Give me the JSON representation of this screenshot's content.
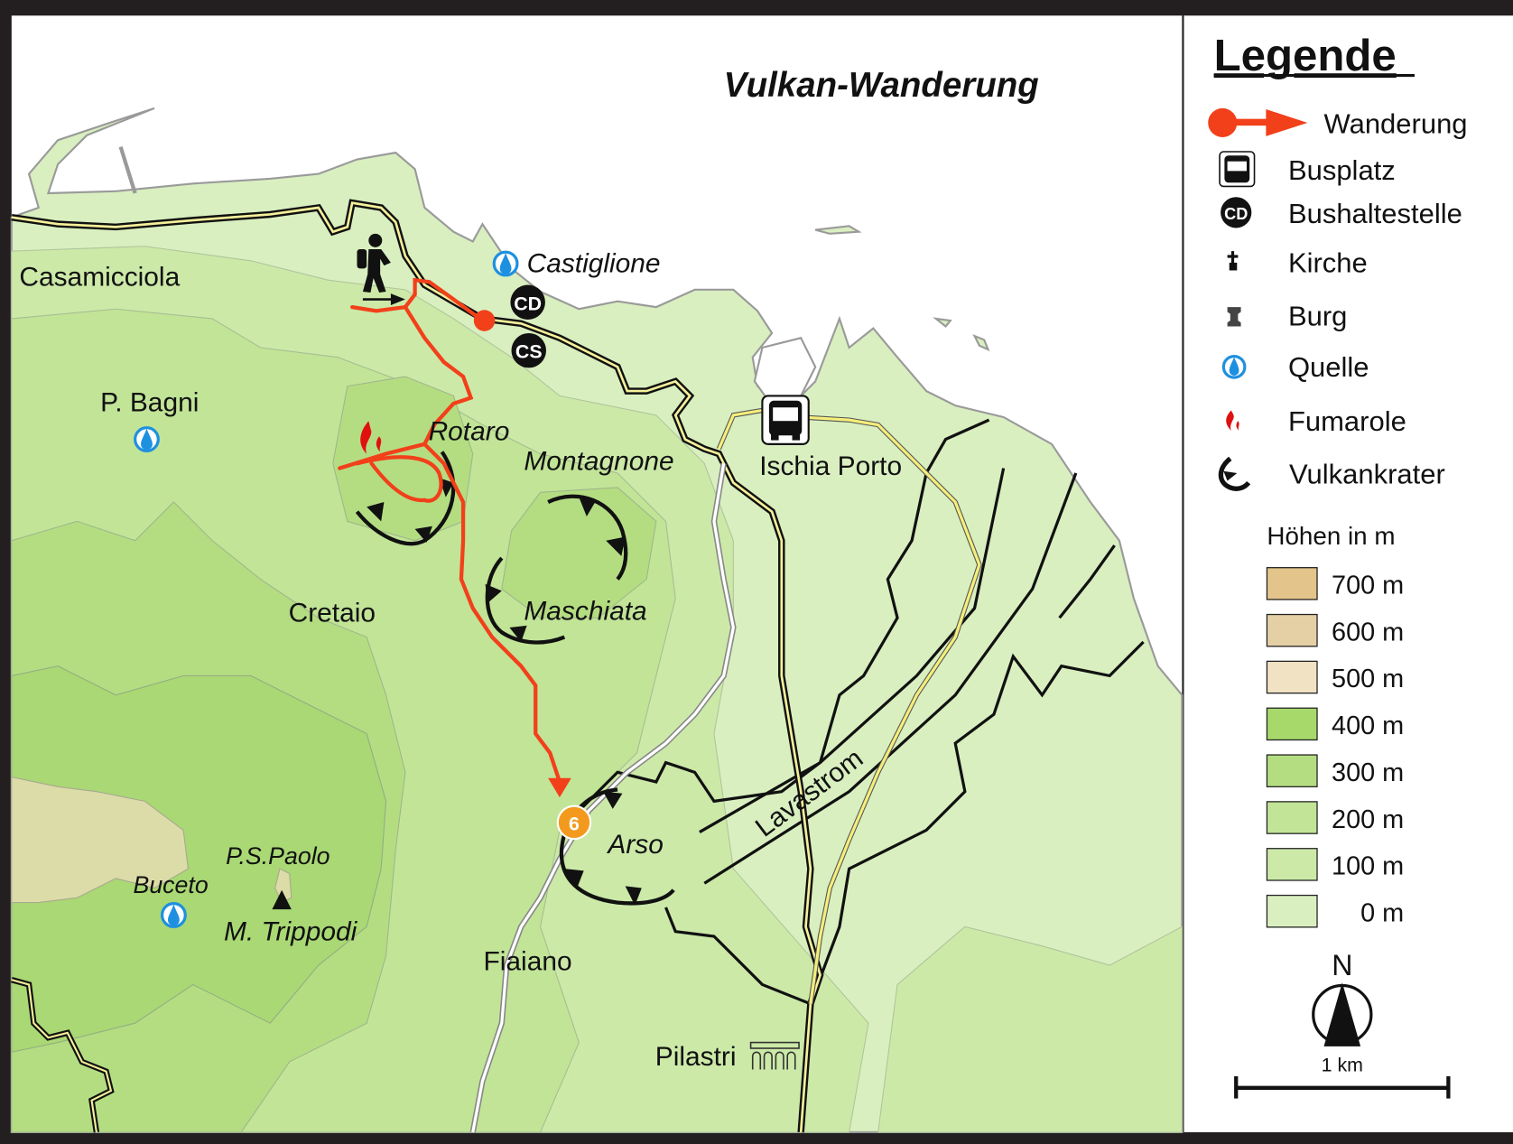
{
  "title": "Vulkan-Wanderung",
  "places": {
    "casamicciola": "Casamicciola",
    "castiglione": "Castiglione",
    "p_bagni": "P. Bagni",
    "rotaro": "Rotaro",
    "montagnone": "Montagnone",
    "ischia_porto": "Ischia Porto",
    "maschiata": "Maschiata",
    "cretaio": "Cretaio",
    "lavastrom": "Lavastrom",
    "arso": "Arso",
    "ps_paolo": "P.S.Paolo",
    "buceto": "Buceto",
    "m_trippodi": "M. Trippodi",
    "fiaiano": "Fiaiano",
    "pilastri": "Pilastri"
  },
  "bus_stops": {
    "cd": "CD",
    "cs": "CS"
  },
  "waypoint_number": "6",
  "legend": {
    "title": "Legende",
    "items": [
      {
        "icon": "hiking-route-icon",
        "label": "Wanderung"
      },
      {
        "icon": "bus-icon",
        "label": "Busplatz"
      },
      {
        "icon": "bus-stop-icon",
        "label": "Bushaltestelle",
        "badge": "CD"
      },
      {
        "icon": "church-icon",
        "label": "Kirche"
      },
      {
        "icon": "castle-icon",
        "label": "Burg"
      },
      {
        "icon": "spring-icon",
        "label": "Quelle"
      },
      {
        "icon": "fumarole-icon",
        "label": "Fumarole"
      },
      {
        "icon": "crater-icon",
        "label": "Vulkankrater"
      }
    ],
    "elevation_title": "Höhen in m",
    "elevations": [
      {
        "label": "700 m",
        "color": "#e3c48a"
      },
      {
        "label": "600 m",
        "color": "#e5d0a5"
      },
      {
        "label": "500 m",
        "color": "#f0e2c3"
      },
      {
        "label": "400 m",
        "color": "#a6d86a"
      },
      {
        "label": "300 m",
        "color": "#b4dd82"
      },
      {
        "label": "200 m",
        "color": "#c1e497"
      },
      {
        "label": "100 m",
        "color": "#cce9a8"
      },
      {
        "label": "0 m",
        "color": "#d9efc0"
      }
    ],
    "north": "N",
    "scale": "1 km"
  },
  "colors": {
    "route": "#f2401a",
    "sea": "#ffffff",
    "spring": "#1e90e0",
    "waypoint": "#f39a1e"
  }
}
